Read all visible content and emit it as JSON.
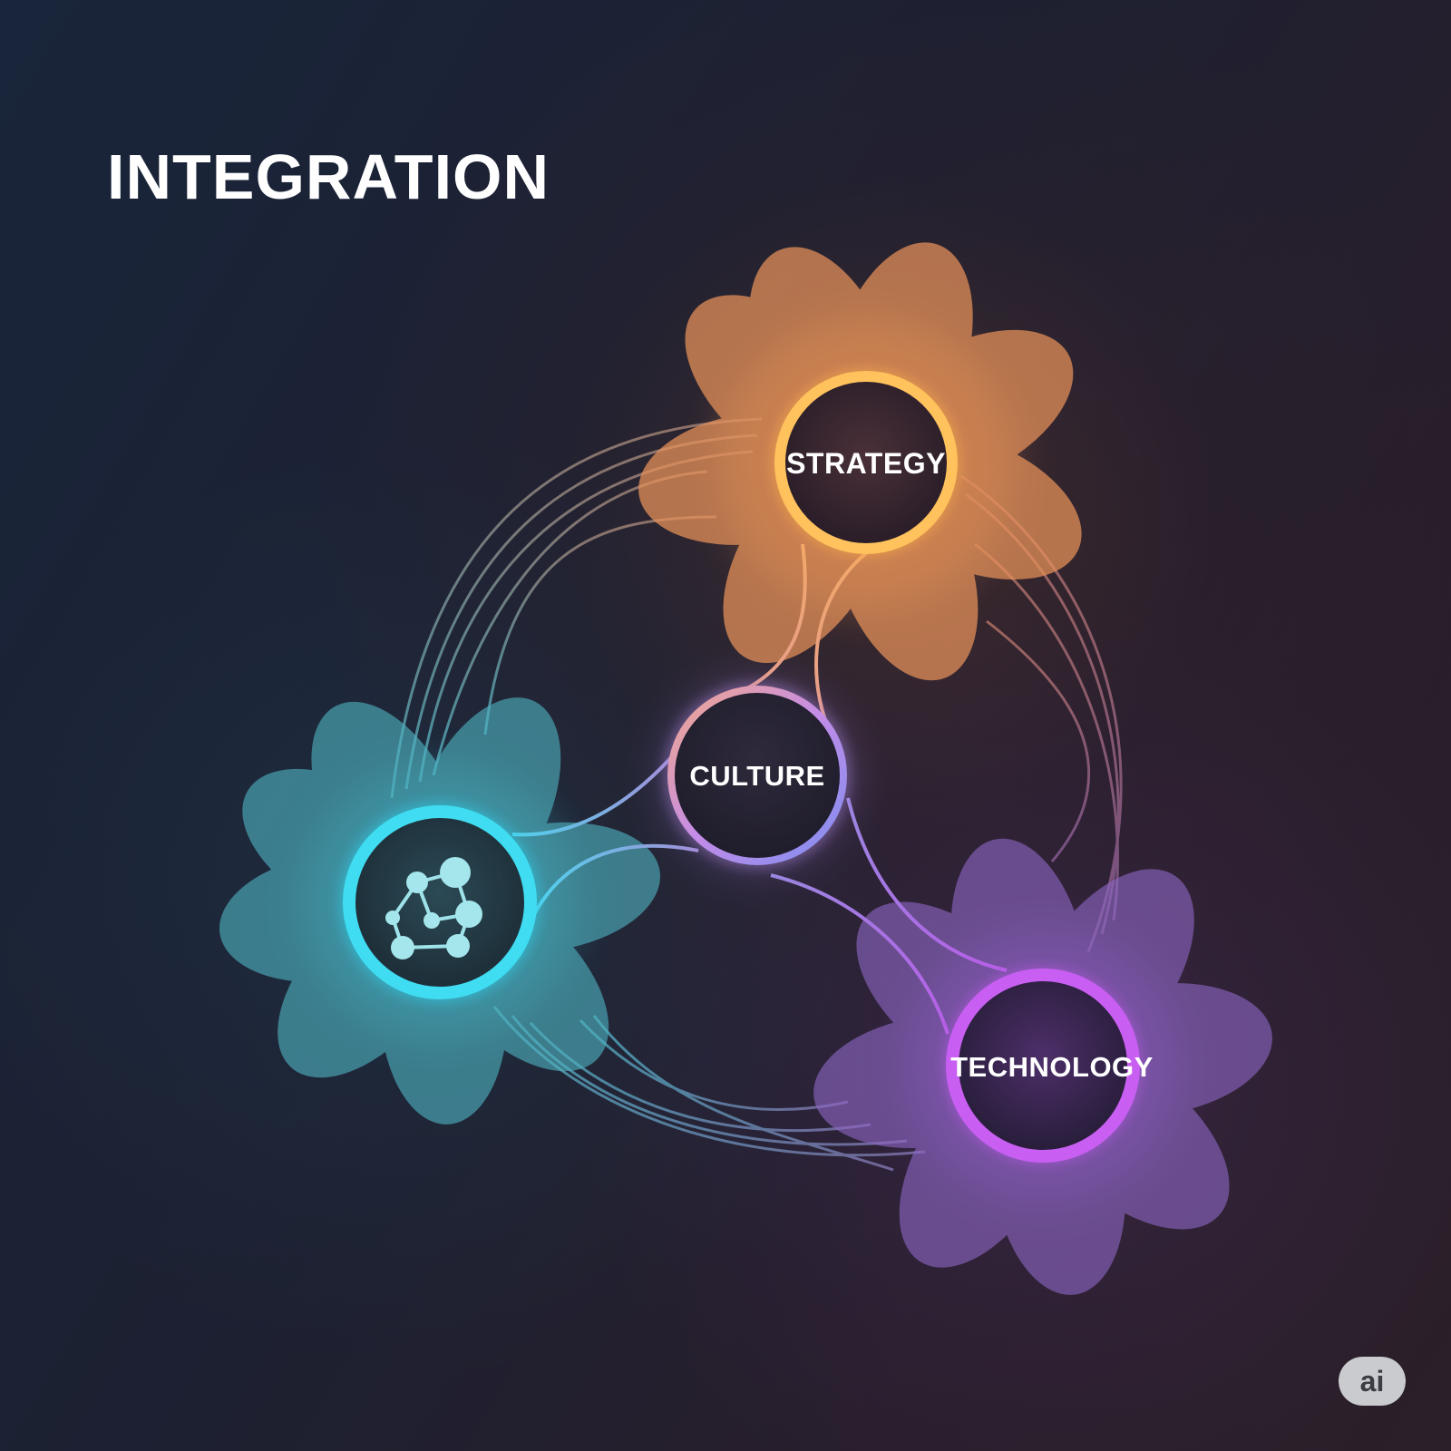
{
  "title": "INTEGRATION",
  "nodes": {
    "strategy": {
      "label": "STRATEGY",
      "color": "#f7b35c",
      "petal_color": "#e9935a"
    },
    "culture": {
      "label": "CULTURE",
      "color": "#b98de6"
    },
    "technology": {
      "label": "TECHNOLOGY",
      "color": "#c45bf0",
      "petal_color": "#8d67c4"
    },
    "network": {
      "icon": "network-molecule-icon",
      "color": "#35d6f0",
      "petal_color": "#4fb2c0"
    }
  },
  "connections": [
    {
      "from": "strategy",
      "to": "culture"
    },
    {
      "from": "culture",
      "to": "network"
    },
    {
      "from": "culture",
      "to": "technology"
    },
    {
      "from": "strategy",
      "to": "network"
    },
    {
      "from": "strategy",
      "to": "technology"
    },
    {
      "from": "network",
      "to": "technology"
    }
  ],
  "badge": "ai"
}
